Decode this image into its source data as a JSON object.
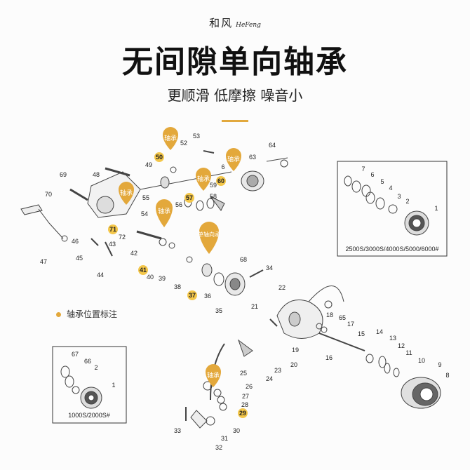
{
  "brand": {
    "name_cn": "和风",
    "name_en": "HeFeng"
  },
  "title": "无间隙单向轴承",
  "subtitle": "更顺滑 低摩擦 噪音小",
  "legend": {
    "label": "轴承位置标注"
  },
  "inset_right": {
    "caption": "2500S/3000S/4000S/5000/6000#",
    "parts": [
      "7",
      "6",
      "5",
      "4",
      "3",
      "2",
      "1"
    ]
  },
  "inset_left": {
    "caption": "1000S/2000S#",
    "parts": [
      "67",
      "66",
      "2",
      "1"
    ]
  },
  "pins": [
    {
      "label": "轴承"
    },
    {
      "label": "轴承"
    },
    {
      "label": "轴承"
    },
    {
      "label": "轴承"
    },
    {
      "label": "轴承"
    },
    {
      "label": "单轴向承"
    },
    {
      "label": "轴承"
    }
  ],
  "bearing_parts": [
    "50",
    "57",
    "60",
    "71",
    "41",
    "37",
    "29"
  ],
  "part_numbers": [
    "53",
    "52",
    "64",
    "63",
    "6",
    "49",
    "48",
    "69",
    "59",
    "58",
    "70",
    "55",
    "56",
    "54",
    "72",
    "46",
    "43",
    "42",
    "45",
    "44",
    "47",
    "40",
    "39",
    "38",
    "36",
    "35",
    "34",
    "68",
    "22",
    "21",
    "20",
    "19",
    "18",
    "65",
    "17",
    "16",
    "15",
    "14",
    "13",
    "12",
    "11",
    "10",
    "9",
    "8",
    "25",
    "24",
    "23",
    "26",
    "27",
    "28",
    "30",
    "31",
    "32",
    "33"
  ],
  "colors": {
    "accent": "#e3a83b",
    "badge": "#f4c74a",
    "text": "#111111"
  }
}
